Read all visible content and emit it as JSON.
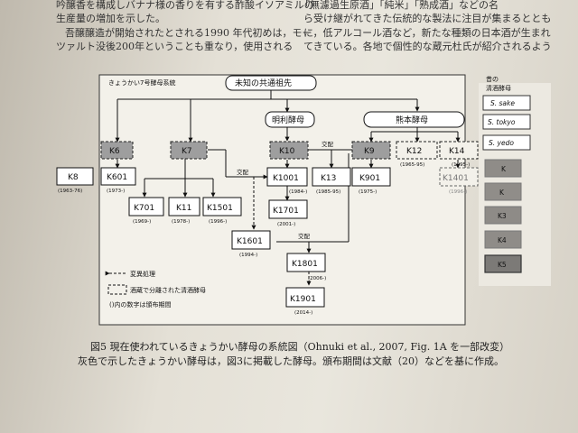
{
  "top_text": [
    "吟醸香を構成しバナナ様の香りを有する酢酸イソアミルの",
    "生産量の増加を示した。",
    "吾醸醸造が開始されたとされる1990 年代初めは，モー",
    "ツァルト没後200年ということも重なり，使用される",
    "「無濾過生原酒」「純米」「熟成酒」などの名",
    "ら受け継がれてきた伝統的な製法に注目が集まるととも",
    "に，低アルコール酒など，新たな種類の日本酒が生まれ",
    "てきている。各地で個性的な蔵元杜氏が紹介されるよう"
  ],
  "diagram": {
    "frame_title": "きょうかい7号酵母系統",
    "nodes": {
      "ancestor": "未知の共通祖先",
      "meiri": "明利酵母",
      "kumamoto": "熊本酵母",
      "K6": "K6",
      "K7": "K7",
      "K10": "K10",
      "K9": "K9",
      "K12": "K12",
      "K14": "K14",
      "K8": "K8",
      "K601": "K601",
      "K701": "K701",
      "K11": "K11",
      "K1501": "K1501",
      "K1001": "K1001",
      "K1701": "K1701",
      "K13": "K13",
      "K901": "K901",
      "K1401": "K1401",
      "K1601": "K1601",
      "K1801": "K1801",
      "K1901": "K1901"
    },
    "periods": {
      "K8": "(1963-76)",
      "K601": "(1973-)",
      "K701": "(1969-)",
      "K11": "(1978-)",
      "K1501": "(1996-)",
      "K1001": "(1984-)",
      "K1701": "(2001-)",
      "K13": "(1985-95)",
      "K901": "(1975-)",
      "K12": "(1965-95)",
      "K14": "(1995-)",
      "K1401": "(1996-)",
      "K1601": "(1994-)",
      "K1801": "(2006-)",
      "K1901": "(2014-)"
    },
    "cross_labels": {
      "k10_k9": "交配",
      "k7_k1001": "交配",
      "k1601_k1801": "交配"
    },
    "legend": {
      "mutation": "変異処理",
      "isolated": "酒蔵で分離された清酒酵母",
      "period_note": "()内の数字は頒布期間"
    }
  },
  "right_panel": {
    "title_line1": "昔の",
    "title_line2": "清酒酵母",
    "species": [
      "S. sake",
      "S. tokyo",
      "S. yedo"
    ],
    "swatches": [
      "K",
      "K",
      "K3",
      "K4",
      "K5"
    ]
  },
  "caption": {
    "line1": "図5  現在使われているきょうかい酵母の系統図（Ohnuki et al., 2007, Fig. 1A を一部改変）",
    "line2": "灰色で示したきょうかい酵母は，図3に掲載した酵母。頒布期間は文献（20）などを基に作成。"
  },
  "colors": {
    "gray_box": "#9e9e9e",
    "panel_bg": "#f3f1ea"
  }
}
